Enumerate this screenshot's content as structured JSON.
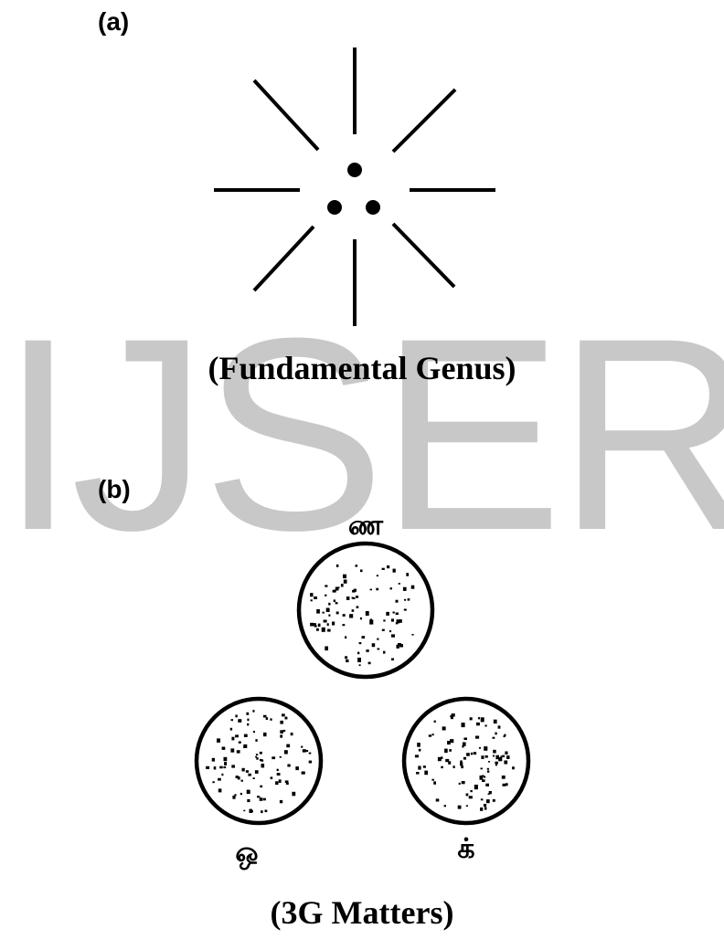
{
  "watermark": "IJSER",
  "panel_a": {
    "label": "(a)",
    "caption": "(Fundamental Genus)"
  },
  "panel_b": {
    "label": "(b)",
    "caption": "(3G Matters)",
    "glyph_top": "ண",
    "glyph_left": "ஒ",
    "glyph_right": "க்"
  },
  "colors": {
    "ink": "#000000",
    "watermark": "#c8c8c8",
    "background": "#ffffff"
  }
}
